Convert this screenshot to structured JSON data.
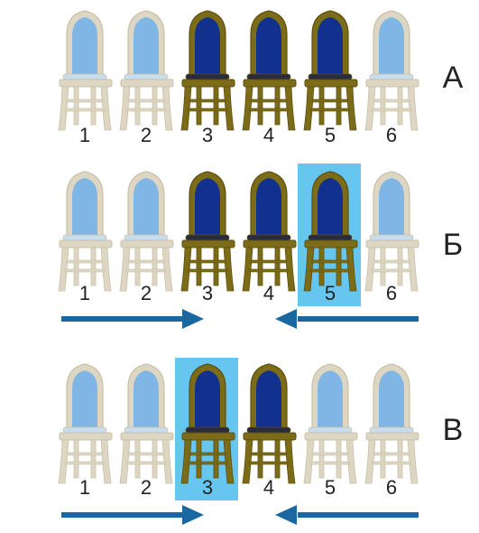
{
  "colors": {
    "light_seat": "#7fb6e6",
    "light_frame": "#ddd6c3",
    "light_frame_stroke": "#c9c0a8",
    "dark_seat": "#12318f",
    "dark_frame": "#7d6c17",
    "dark_frame_stroke": "#5c4f0e",
    "highlight": "#66c6f0",
    "arrow": "#1b68a0"
  },
  "rows": [
    {
      "label": "А",
      "chairs": [
        {
          "num": "1",
          "style": "light"
        },
        {
          "num": "2",
          "style": "light"
        },
        {
          "num": "3",
          "style": "dark"
        },
        {
          "num": "4",
          "style": "dark"
        },
        {
          "num": "5",
          "style": "dark"
        },
        {
          "num": "6",
          "style": "light"
        }
      ],
      "highlighted_chair": null,
      "arrows": []
    },
    {
      "label": "Б",
      "chairs": [
        {
          "num": "1",
          "style": "light"
        },
        {
          "num": "2",
          "style": "light"
        },
        {
          "num": "3",
          "style": "dark"
        },
        {
          "num": "4",
          "style": "dark"
        },
        {
          "num": "5",
          "style": "dark"
        },
        {
          "num": "6",
          "style": "light"
        }
      ],
      "highlighted_chair": 5,
      "arrows": [
        "right",
        "left"
      ]
    },
    {
      "label": "В",
      "chairs": [
        {
          "num": "1",
          "style": "light"
        },
        {
          "num": "2",
          "style": "light"
        },
        {
          "num": "3",
          "style": "dark"
        },
        {
          "num": "4",
          "style": "dark"
        },
        {
          "num": "5",
          "style": "light"
        },
        {
          "num": "6",
          "style": "light"
        }
      ],
      "highlighted_chair": 3,
      "arrows": [
        "right",
        "left"
      ]
    }
  ]
}
